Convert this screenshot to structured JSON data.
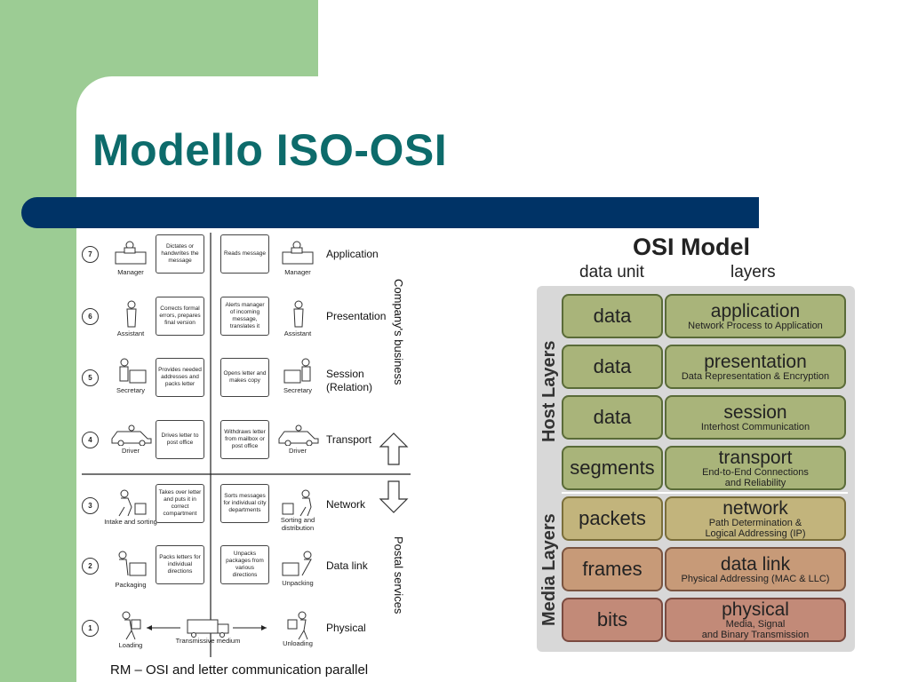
{
  "slide": {
    "title": "Modello ISO-OSI"
  },
  "left_diagram": {
    "caption": "RM – OSI and letter communication parallel",
    "group_top": "Company's business",
    "group_bottom": "Postal services",
    "layers": [
      {
        "num": "7",
        "name": "Application",
        "left_role": "Manager",
        "left_box": "Dictates or handwrites the message",
        "right_box": "Reads message",
        "right_role": "Manager"
      },
      {
        "num": "6",
        "name": "Presentation",
        "left_role": "Assistant",
        "left_box": "Corrects formal errors, prepares final version",
        "right_box": "Alerts manager of incoming message, translates it",
        "right_role": "Assistant"
      },
      {
        "num": "5",
        "name": "Session\n(Relation)",
        "left_role": "Secretary",
        "left_box": "Provides needed addresses and packs letter",
        "right_box": "Opens letter and makes copy",
        "right_role": "Secretary"
      },
      {
        "num": "4",
        "name": "Transport",
        "left_role": "Driver",
        "left_box": "Drives letter to post office",
        "right_box": "Withdraws letter from mailbox or post office",
        "right_role": "Driver"
      },
      {
        "num": "3",
        "name": "Network",
        "left_role": "Intake and sorting",
        "left_box": "Takes over letter and puts it in correct compartment",
        "right_box": "Sorts messages for individual city departments",
        "right_role": "Sorting and distribution"
      },
      {
        "num": "2",
        "name": "Data link",
        "left_role": "Packaging",
        "left_box": "Packs letters for individual directions",
        "right_box": "Unpacks packages from various directions",
        "right_role": "Unpacking"
      },
      {
        "num": "1",
        "name": "Physical",
        "left_role": "Loading",
        "left_box": "",
        "right_box": "",
        "right_role": "Unloading",
        "medium": "Transmissive medium"
      }
    ]
  },
  "right_diagram": {
    "title": "OSI Model",
    "col_data_unit": "data unit",
    "col_layers": "layers",
    "group_host": "Host Layers",
    "group_media": "Media Layers",
    "colors": {
      "host": "#a9b47a",
      "network": "#c2b47c",
      "datalink": "#c79a78",
      "physical": "#c28a78"
    },
    "rows": [
      {
        "unit": "data",
        "layer": "application",
        "desc": "Network Process to Application"
      },
      {
        "unit": "data",
        "layer": "presentation",
        "desc": "Data Representation & Encryption"
      },
      {
        "unit": "data",
        "layer": "session",
        "desc": "Interhost Communication"
      },
      {
        "unit": "segments",
        "layer": "transport",
        "desc": "End-to-End Connections\nand Reliability"
      },
      {
        "unit": "packets",
        "layer": "network",
        "desc": "Path Determination &\nLogical Addressing (IP)"
      },
      {
        "unit": "frames",
        "layer": "data link",
        "desc": "Physical Addressing (MAC & LLC)"
      },
      {
        "unit": "bits",
        "layer": "physical",
        "desc": "Media, Signal\nand Binary Transmission"
      }
    ]
  }
}
